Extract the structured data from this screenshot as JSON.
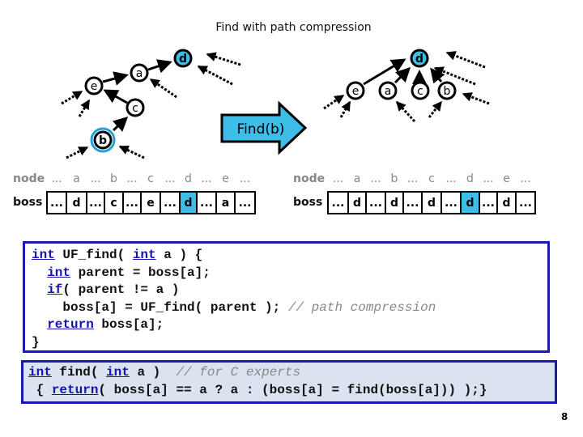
{
  "title": "Find with path compression",
  "colors": {
    "highlight": "#3fbde9",
    "code_border": "#1a1ab0",
    "keyword": "#1414b4",
    "comment": "#888888",
    "expert_bg": "#dbe3f0"
  },
  "left_tree": {
    "nodes": {
      "d": "d",
      "a": "a",
      "e": "e",
      "c": "c",
      "b": "b"
    }
  },
  "right_tree": {
    "nodes": {
      "d": "d",
      "e": "e",
      "a": "a",
      "c": "c",
      "b": "b"
    }
  },
  "find_arrow_label": "Find(b)",
  "before_table": {
    "node_label": "node",
    "boss_label": "boss",
    "nodes": [
      "...",
      "a",
      "...",
      "b",
      "...",
      "c",
      "...",
      "d",
      "...",
      "e",
      "..."
    ],
    "boss": [
      "...",
      "d",
      "...",
      "c",
      "...",
      "e",
      "...",
      "d",
      "...",
      "a",
      "..."
    ],
    "highlight_index": 7
  },
  "after_table": {
    "node_label": "node",
    "boss_label": "boss",
    "nodes": [
      "...",
      "a",
      "...",
      "b",
      "...",
      "c",
      "...",
      "d",
      "...",
      "e",
      "..."
    ],
    "boss": [
      "...",
      "d",
      "...",
      "d",
      "...",
      "d",
      "...",
      "d",
      "...",
      "d",
      "..."
    ],
    "highlight_index": 7
  },
  "code": {
    "l1_kw": "int",
    "l1a": " UF_find( ",
    "l1_kw2": "int",
    "l1b": " a ) {",
    "l2_kw": "int",
    "l2": " parent = boss[a];",
    "l3_kw": "if",
    "l3": "( parent != a )",
    "l4": "boss[a] = UF_find( parent ); ",
    "l4_cm": "// path compression",
    "l5_kw": "return",
    "l5": " boss[a];",
    "l6": "}"
  },
  "expert_code": {
    "l1_kw": "int",
    "l1a": " find( ",
    "l1_kw2": "int",
    "l1b": " a )  ",
    "l1_cm": "// for C experts",
    "l2a": " { ",
    "l2_kw": "return",
    "l2b": "( boss[a] == a ? a : (boss[a] = find(boss[a])) );}"
  },
  "page_number": "8"
}
